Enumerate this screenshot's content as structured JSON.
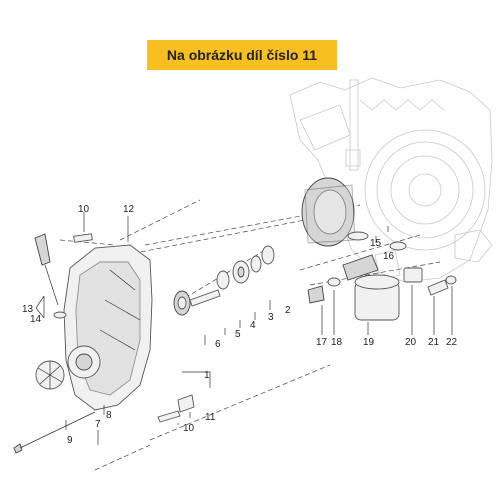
{
  "banner": {
    "text": "Na obrázku díl číslo 11"
  },
  "callouts": {
    "c1": "1",
    "c2": "2",
    "c3": "3",
    "c4": "4",
    "c5": "5",
    "c6": "6",
    "c7": "7",
    "c8": "8",
    "c9": "9",
    "c10a": "10",
    "c10b": "10",
    "c11": "11",
    "c12": "12",
    "c13": "13",
    "c14": "14",
    "c15": "15",
    "c16": "16",
    "c17": "17",
    "c18": "18",
    "c19": "19",
    "c20": "20",
    "c21": "21",
    "c22": "22"
  }
}
